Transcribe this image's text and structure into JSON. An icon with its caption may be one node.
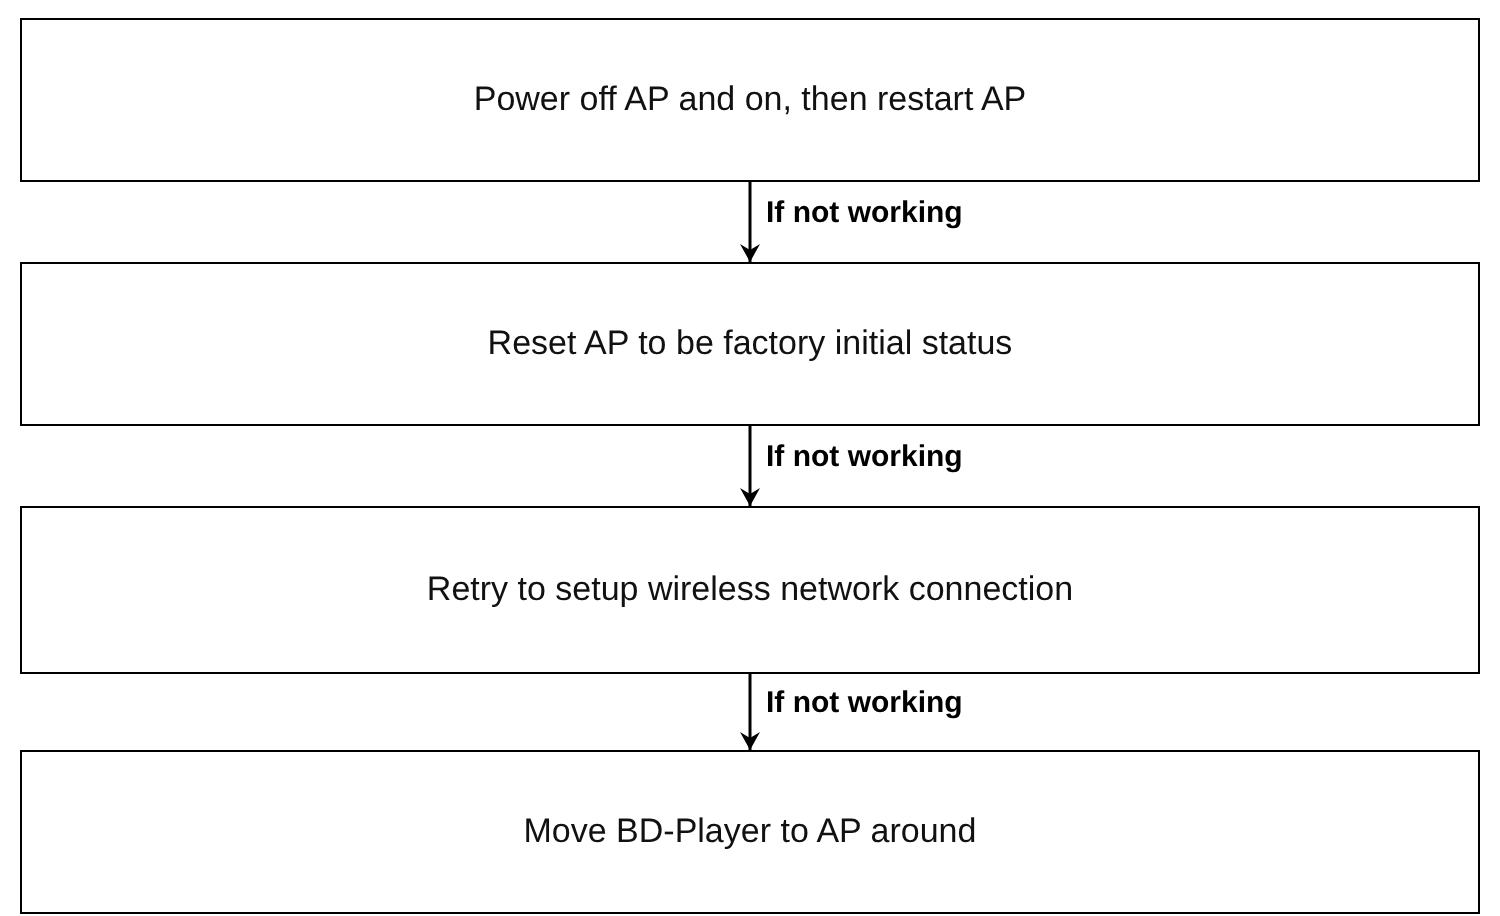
{
  "diagram": {
    "nodes": [
      {
        "text": [
          "Power off AP and on, then restart AP"
        ]
      },
      {
        "text": [
          "Reset AP to be factory initial status"
        ]
      },
      {
        "text": [
          "Retry to setup wireless network connection"
        ]
      },
      {
        "text": [
          "Move BD-Player to AP around"
        ]
      }
    ],
    "edges": [
      {
        "from": 0,
        "to": 1,
        "arrow": "to",
        "label": "If not working"
      },
      {
        "from": 1,
        "to": 2,
        "arrow": "to",
        "label": "If not working"
      },
      {
        "from": 2,
        "to": 3,
        "arrow": "to",
        "label": "If not working"
      }
    ]
  }
}
